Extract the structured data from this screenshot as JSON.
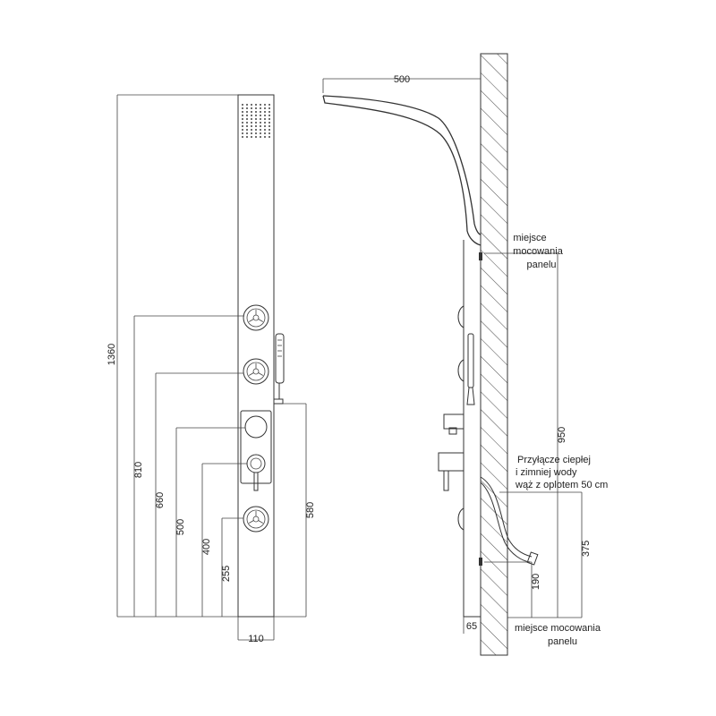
{
  "dimensions": {
    "projection": "500",
    "total_height": "1360",
    "jet1_height": "810",
    "jet2_height": "660",
    "thermostat_height": "500",
    "diverter_height": "400",
    "jet3_height": "255",
    "handshower_bar_height": "580",
    "panel_width": "110",
    "mount_distance": "950",
    "inlet_height": "375",
    "lower_mount_height": "190",
    "wall_offset": "65"
  },
  "labels": {
    "mount_top_1": "miejsce",
    "mount_top_2": "mocowania",
    "mount_top_3": "panelu",
    "inlet_1": "Przyłącze ciepłej",
    "inlet_2": "i zimniej wody",
    "inlet_3": "wąż z oplotem 50 cm",
    "mount_bottom_1": "miejsce mocowania",
    "mount_bottom_2": "panelu"
  },
  "colors": {
    "line": "#333333",
    "hatch": "#555555",
    "background": "#ffffff"
  }
}
